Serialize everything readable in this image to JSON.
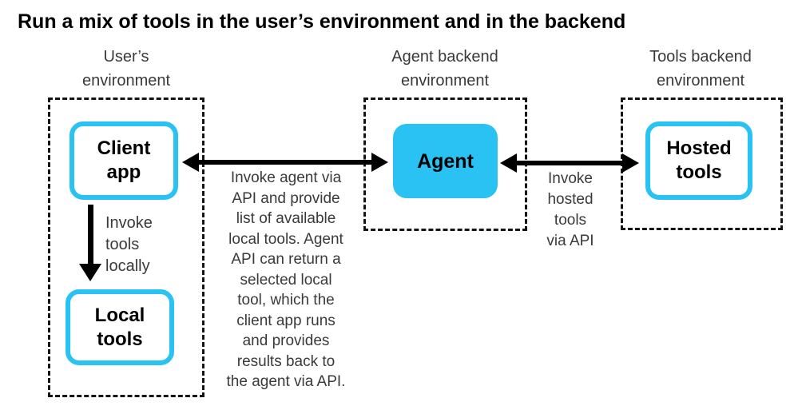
{
  "title": "Run a mix of tools in the user’s environment and in the backend",
  "environments": [
    {
      "id": "user",
      "label": "User’s\nenvironment"
    },
    {
      "id": "agent",
      "label": "Agent backend\nenvironment"
    },
    {
      "id": "tools",
      "label": "Tools backend\nenvironment"
    }
  ],
  "nodes": {
    "client_app": "Client\napp",
    "local_tools": "Local\ntools",
    "agent": "Agent",
    "hosted_tools": "Hosted\ntools"
  },
  "annotations": {
    "invoke_locally": "Invoke\ntools\nlocally",
    "invoke_agent": "Invoke agent via\nAPI and provide\nlist of available\nlocal tools. Agent\nAPI can return a\nselected local\ntool, which the\nclient app runs\nand provides\nresults back to\nthe agent via API.",
    "invoke_hosted": "Invoke\nhosted\ntools\nvia API"
  },
  "colors": {
    "accent_cyan": "#29C2F3",
    "arrow_black": "#000000",
    "text_gray": "#3A3A3A"
  }
}
